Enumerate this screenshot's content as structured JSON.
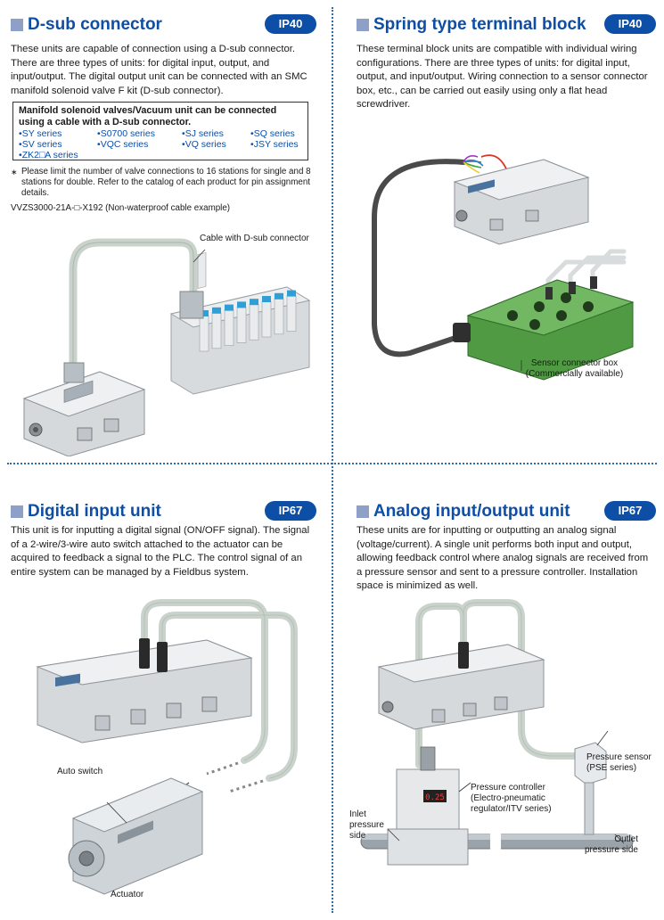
{
  "panels": {
    "dsub": {
      "title": "D-sub connector",
      "badge": "IP40",
      "description": "These units are capable of connection using a D-sub connector. There are three types of units: for digital input, output, and input/output. The digital output unit can be connected with an SMC manifold solenoid valve F kit (D-sub connector).",
      "note_title": "Manifold solenoid valves/Vacuum unit can be connected using a cable with a D-sub connector.",
      "series": [
        "SY series",
        "S0700 series",
        "SJ series",
        "SQ series",
        "SV series",
        "VQC series",
        "VQ series",
        "JSY series",
        "ZK2□A series"
      ],
      "footnote": "Please limit the number of valve connections to 16 stations for single and 8 stations for double. Refer to the catalog of each product for pin assignment details.",
      "footnote_mark": "∗",
      "model": "VVZS3000-21A-□-X192 (Non-waterproof cable example)",
      "label_cable": "Cable with D-sub connector"
    },
    "spring": {
      "title": "Spring type terminal block",
      "badge": "IP40",
      "description": "These terminal block units are compatible with individual wiring configurations. There are three types of units: for digital input, output, and input/output. Wiring connection to a sensor connector box, etc., can be carried out easily using only a flat head screwdriver.",
      "label_box_1": "Sensor connector box",
      "label_box_2": "(Commercially available)"
    },
    "digital": {
      "title": "Digital input unit",
      "badge": "IP67",
      "description": "This unit is for inputting a digital signal (ON/OFF signal). The signal of a 2-wire/3-wire auto switch attached to the actuator can be acquired to feedback a signal to the PLC. The control signal of an entire system can be managed by a Fieldbus system.",
      "label_switch": "Auto switch",
      "label_actuator": "Actuator"
    },
    "analog": {
      "title": "Analog input/output unit",
      "badge": "IP67",
      "description": "These units are for inputting or outputting an analog signal (voltage/current). A single unit performs both input and output, allowing feedback control where analog signals are received from a pressure sensor and sent to a pressure controller. Installation space is minimized as well.",
      "label_sensor_1": "Pressure sensor",
      "label_sensor_2": "(PSE series)",
      "label_ctrl_1": "Pressure controller",
      "label_ctrl_2": "(Electro-pneumatic",
      "label_ctrl_3": "regulator/ITV series)",
      "label_inlet_1": "Inlet",
      "label_inlet_2": "pressure",
      "label_inlet_3": "side",
      "label_outlet_1": "Outlet",
      "label_outlet_2": "pressure side",
      "display_value": "0.25"
    }
  },
  "colors": {
    "title_blue": "#0d4ea6",
    "badge_blue": "#0d4ea6",
    "square_gray_blue": "#8fa0c8",
    "divider_blue": "#2b6cb0",
    "unit_gray": "#dcdfe2",
    "connector_green": "#5aa84a",
    "valve_blue": "#2f9fd6"
  },
  "icons": {
    "bullet": "bullet-dot",
    "section_marker": "square-marker"
  }
}
